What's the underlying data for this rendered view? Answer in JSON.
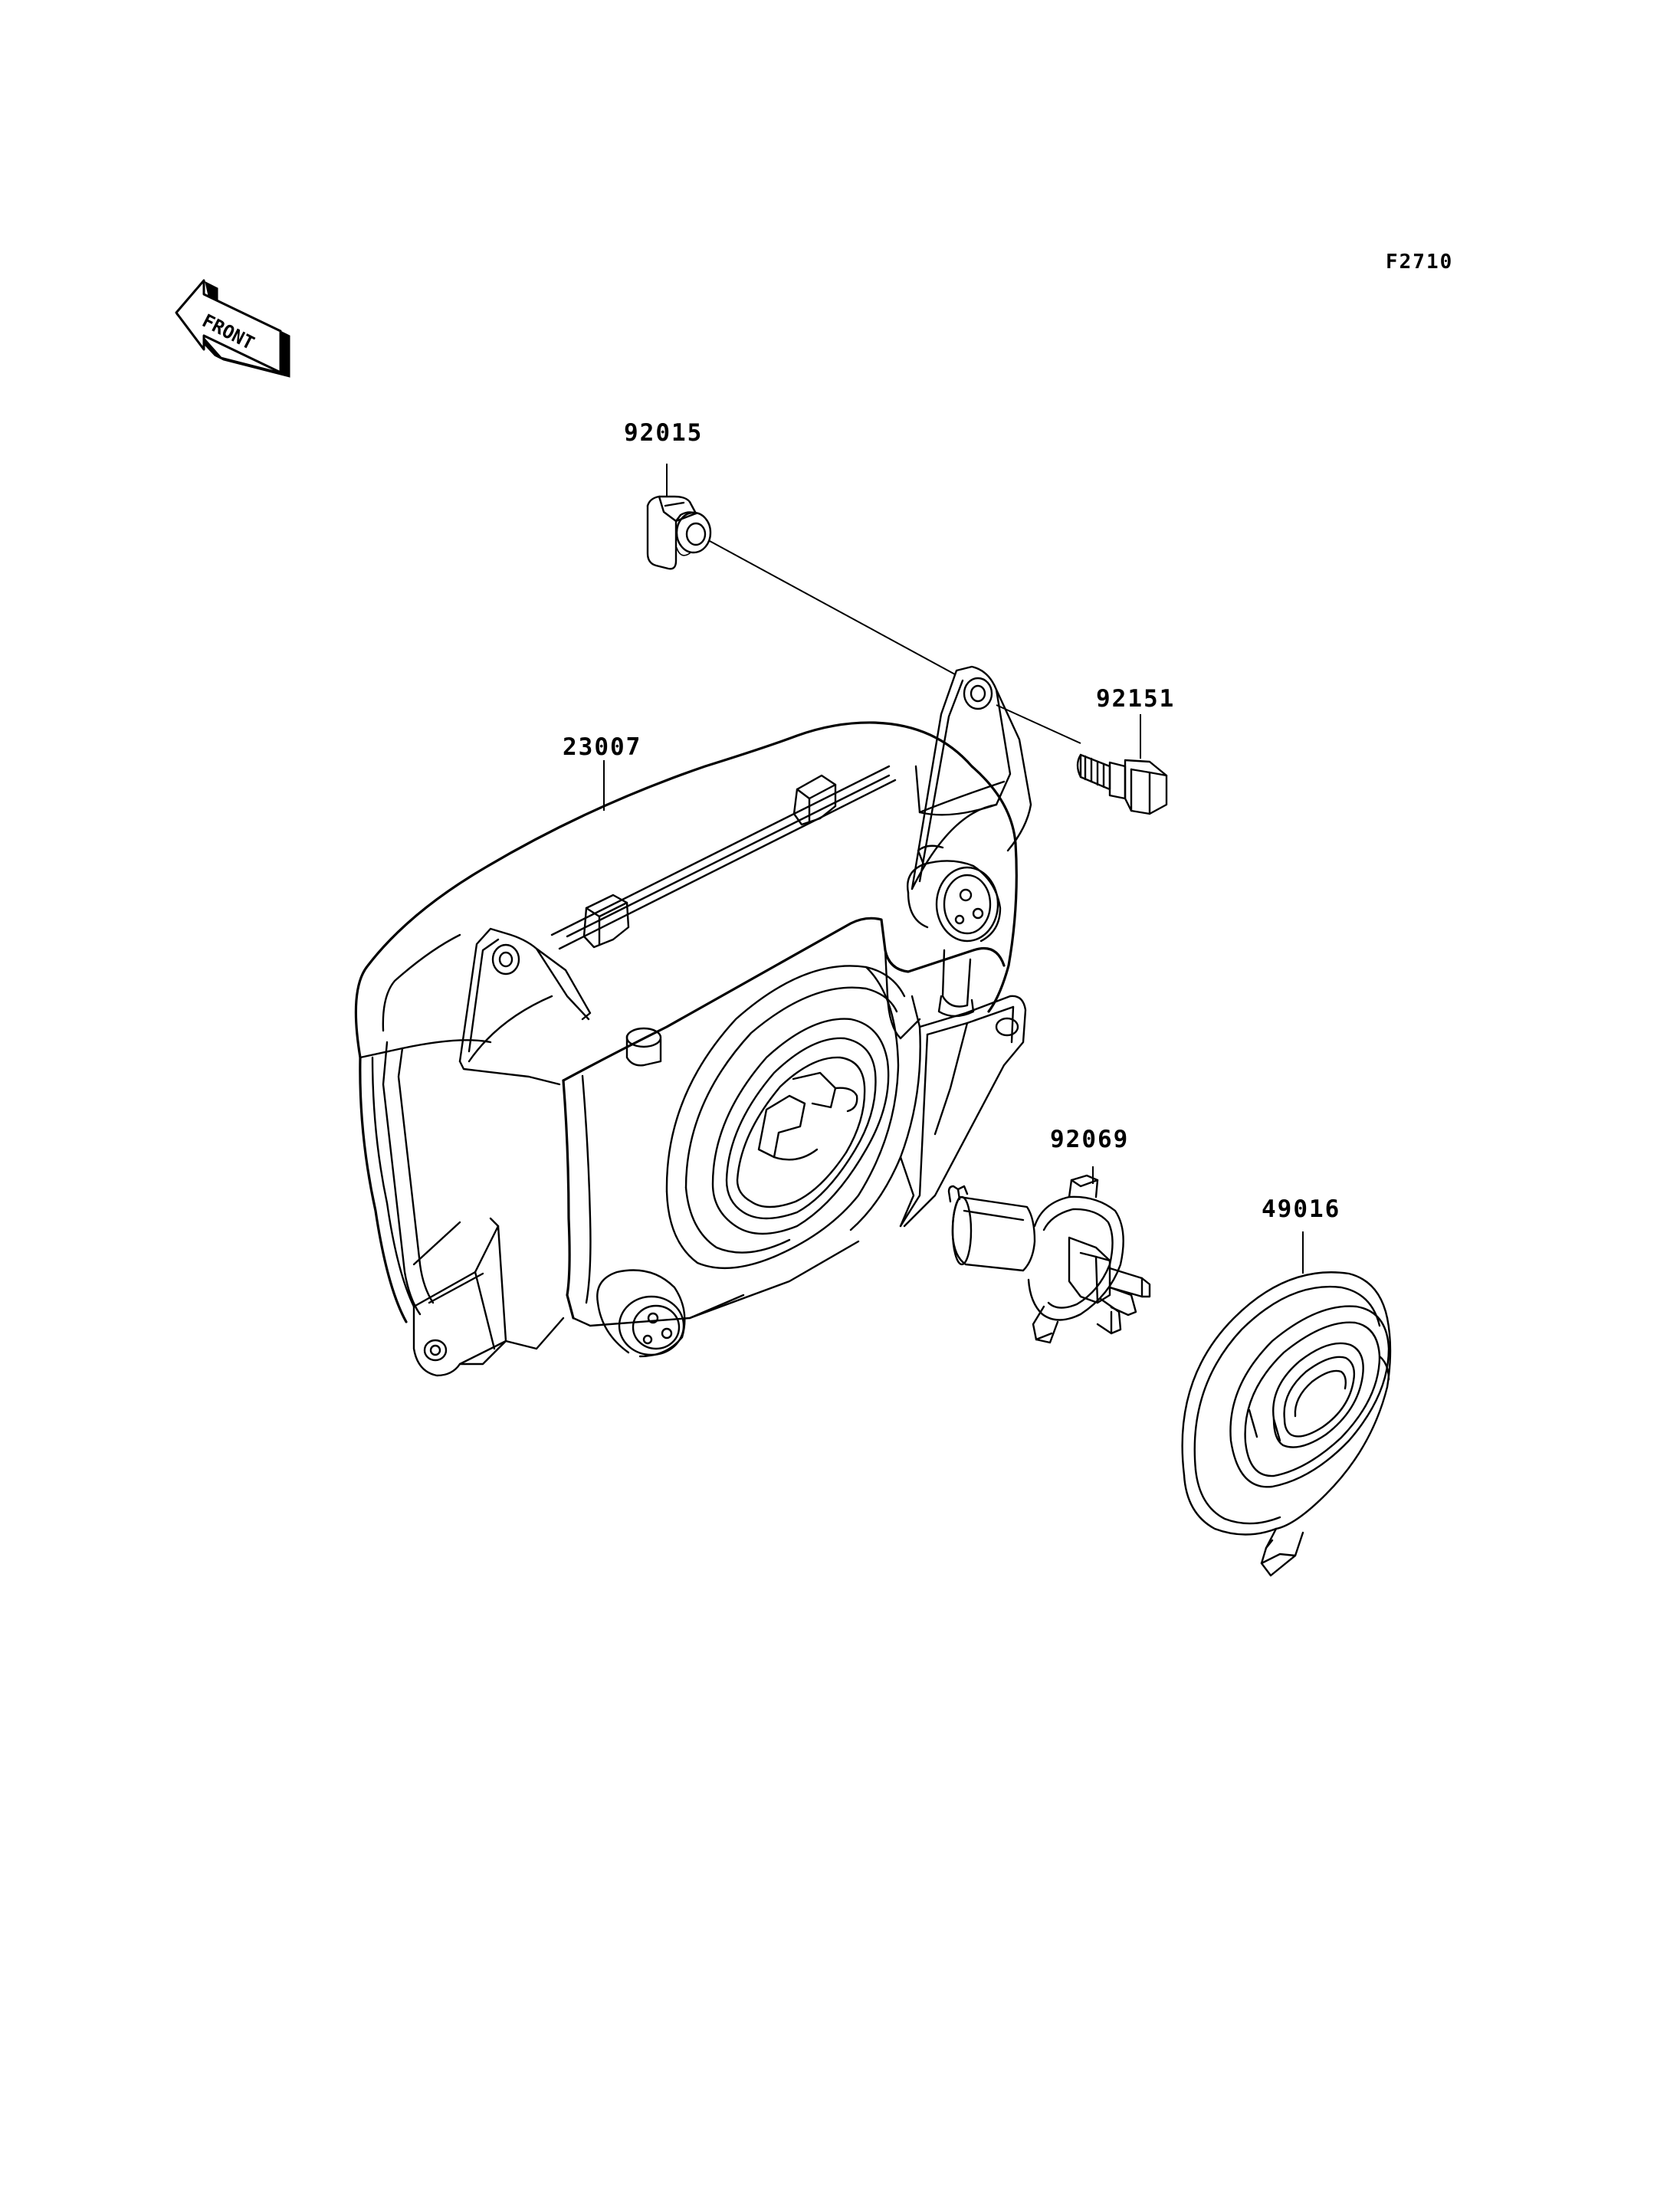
{
  "figure_id": "F2710",
  "front_arrow": {
    "text": "FRONT",
    "icon": "front-direction-arrow-icon"
  },
  "parts": [
    {
      "number": "92015",
      "name": "clip-nut"
    },
    {
      "number": "92151",
      "name": "bolt"
    },
    {
      "number": "23007",
      "name": "headlamp-housing"
    },
    {
      "number": "92069",
      "name": "bulb"
    },
    {
      "number": "49016",
      "name": "dust-cover"
    }
  ]
}
